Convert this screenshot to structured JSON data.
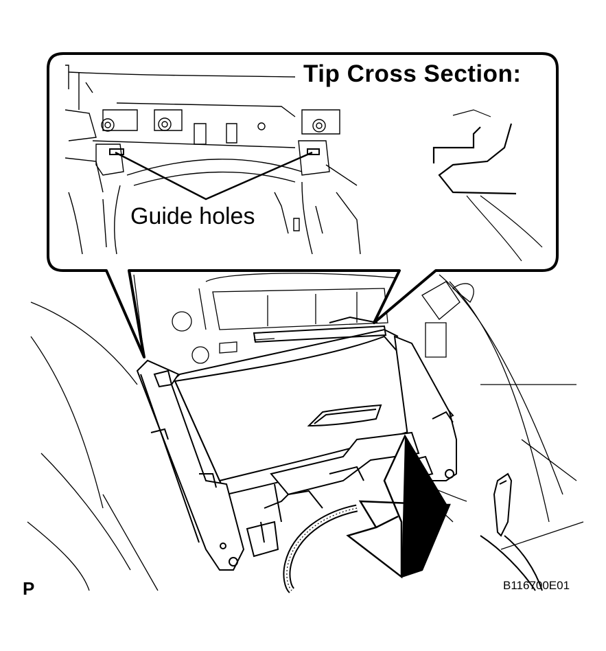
{
  "callout": {
    "title": "Tip Cross Section:",
    "label": "Guide holes"
  },
  "figure": {
    "view_letter": "P",
    "id": "B116700E01"
  },
  "colors": {
    "ink": "#000000",
    "paper": "#ffffff"
  }
}
